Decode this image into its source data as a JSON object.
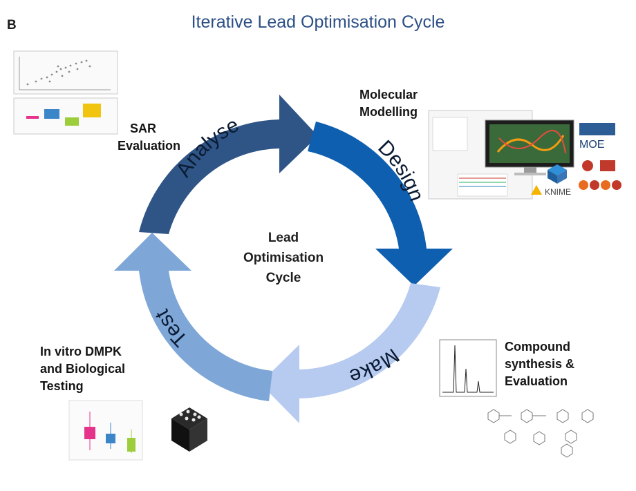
{
  "figure": {
    "panel_letter": "B",
    "title": "Iterative Lead Optimisation Cycle",
    "center_label": [
      "Lead",
      "Optimisation",
      "Cycle"
    ]
  },
  "stages": [
    {
      "label": "Analyse",
      "color": "#2f5587"
    },
    {
      "label": "Design",
      "color": "#0f5fb0"
    },
    {
      "label": "Make",
      "color": "#b7caf0"
    },
    {
      "label": "Test",
      "color": "#7ea7d8"
    }
  ],
  "captions": {
    "sar": [
      "SAR",
      "Evaluation"
    ],
    "modelling": [
      "Molecular",
      "Modelling"
    ],
    "synthesis": [
      "Compound",
      "synthesis &",
      "Evaluation"
    ],
    "testing": [
      "In vitro DMPK",
      "and Biological",
      "Testing"
    ]
  },
  "logos": {
    "moe": "MOE",
    "knime": "KNIME"
  },
  "icons": [
    "scatter-plot-thumbnail",
    "box-plot-thumbnail",
    "modelling-software-thumbnail",
    "monitor-icon",
    "cube-icon",
    "chromatogram-thumbnail",
    "chemical-structures-thumbnail",
    "vial-rack-icon"
  ]
}
